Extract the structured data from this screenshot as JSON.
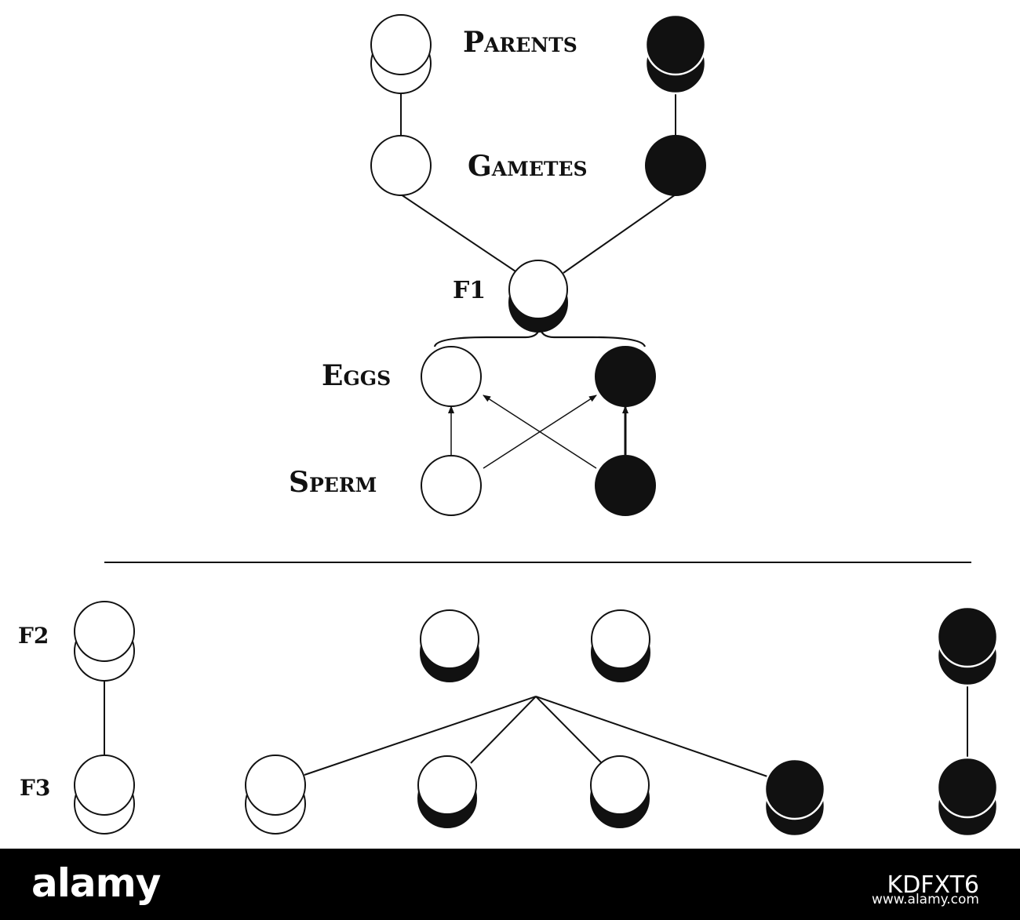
{
  "labels": {
    "parents": "Parents",
    "gametes": "Gametes",
    "f1": "F1",
    "eggs": "Eggs",
    "sperm": "Sperm",
    "f2": "F2",
    "f3": "F3"
  },
  "watermark": {
    "logo": "alamy",
    "image_id": "KDFXT6",
    "url": "www.alamy.com"
  },
  "colors": {
    "ink": "#111111",
    "background": "#ffffff",
    "watermark_bar": "#000000"
  }
}
